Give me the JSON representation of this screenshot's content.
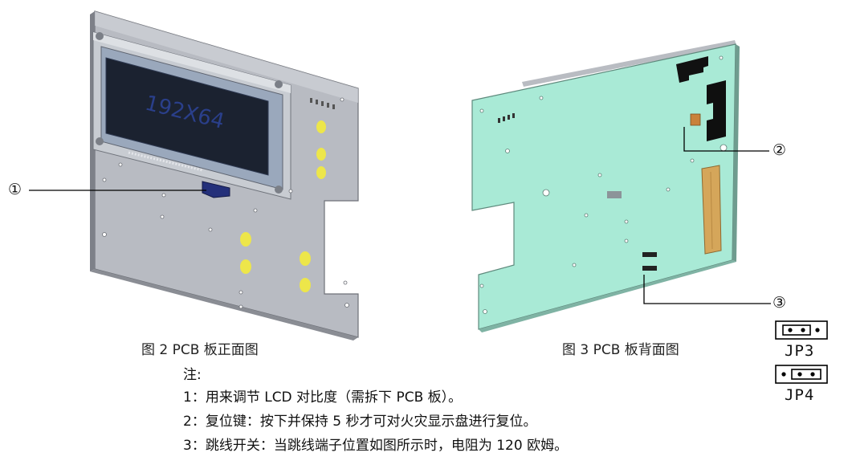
{
  "figures": {
    "front": {
      "caption": "图 2  PCB 板正面图",
      "lcd_text": "192X64"
    },
    "back": {
      "caption": "图 3  PCB 板背面图"
    }
  },
  "callouts": {
    "c1": "①",
    "c2": "②",
    "c3": "③"
  },
  "jumpers": {
    "jp3": "JP3",
    "jp4": "JP4"
  },
  "notes": {
    "title": "注:",
    "items": [
      "1：用来调节 LCD 对比度（需拆下 PCB 板）。",
      "2：复位键：按下并保持 5 秒才可对火灾显示盘进行复位。",
      "3：跳线开关：当跳线端子位置如图所示时，电阻为 120 欧姆。"
    ]
  },
  "colors": {
    "front_plate": "#b9bcc2",
    "back_board": "#a9ead6",
    "button_yellow": "#ede64a",
    "lcd_screen": "#1b2230",
    "connector_tan": "#d5a65a"
  }
}
